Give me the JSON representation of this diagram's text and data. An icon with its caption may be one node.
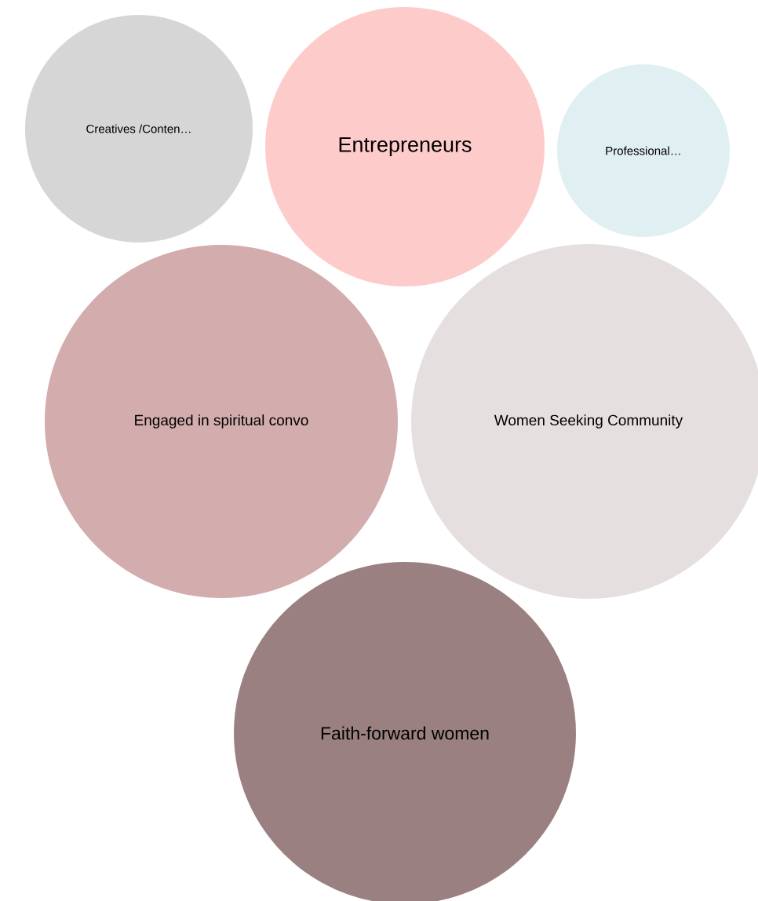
{
  "diagram": {
    "nodes": [
      {
        "text": [
          "Creatives /Conten…"
        ]
      },
      {
        "text": [
          "Entrepreneurs"
        ]
      },
      {
        "text": [
          "Professional…"
        ]
      },
      {
        "text": [
          "Engaged in spiritual convo"
        ]
      },
      {
        "text": [
          "Women Seeking Community"
        ]
      },
      {
        "text": [
          "Faith-forward women"
        ]
      }
    ]
  }
}
